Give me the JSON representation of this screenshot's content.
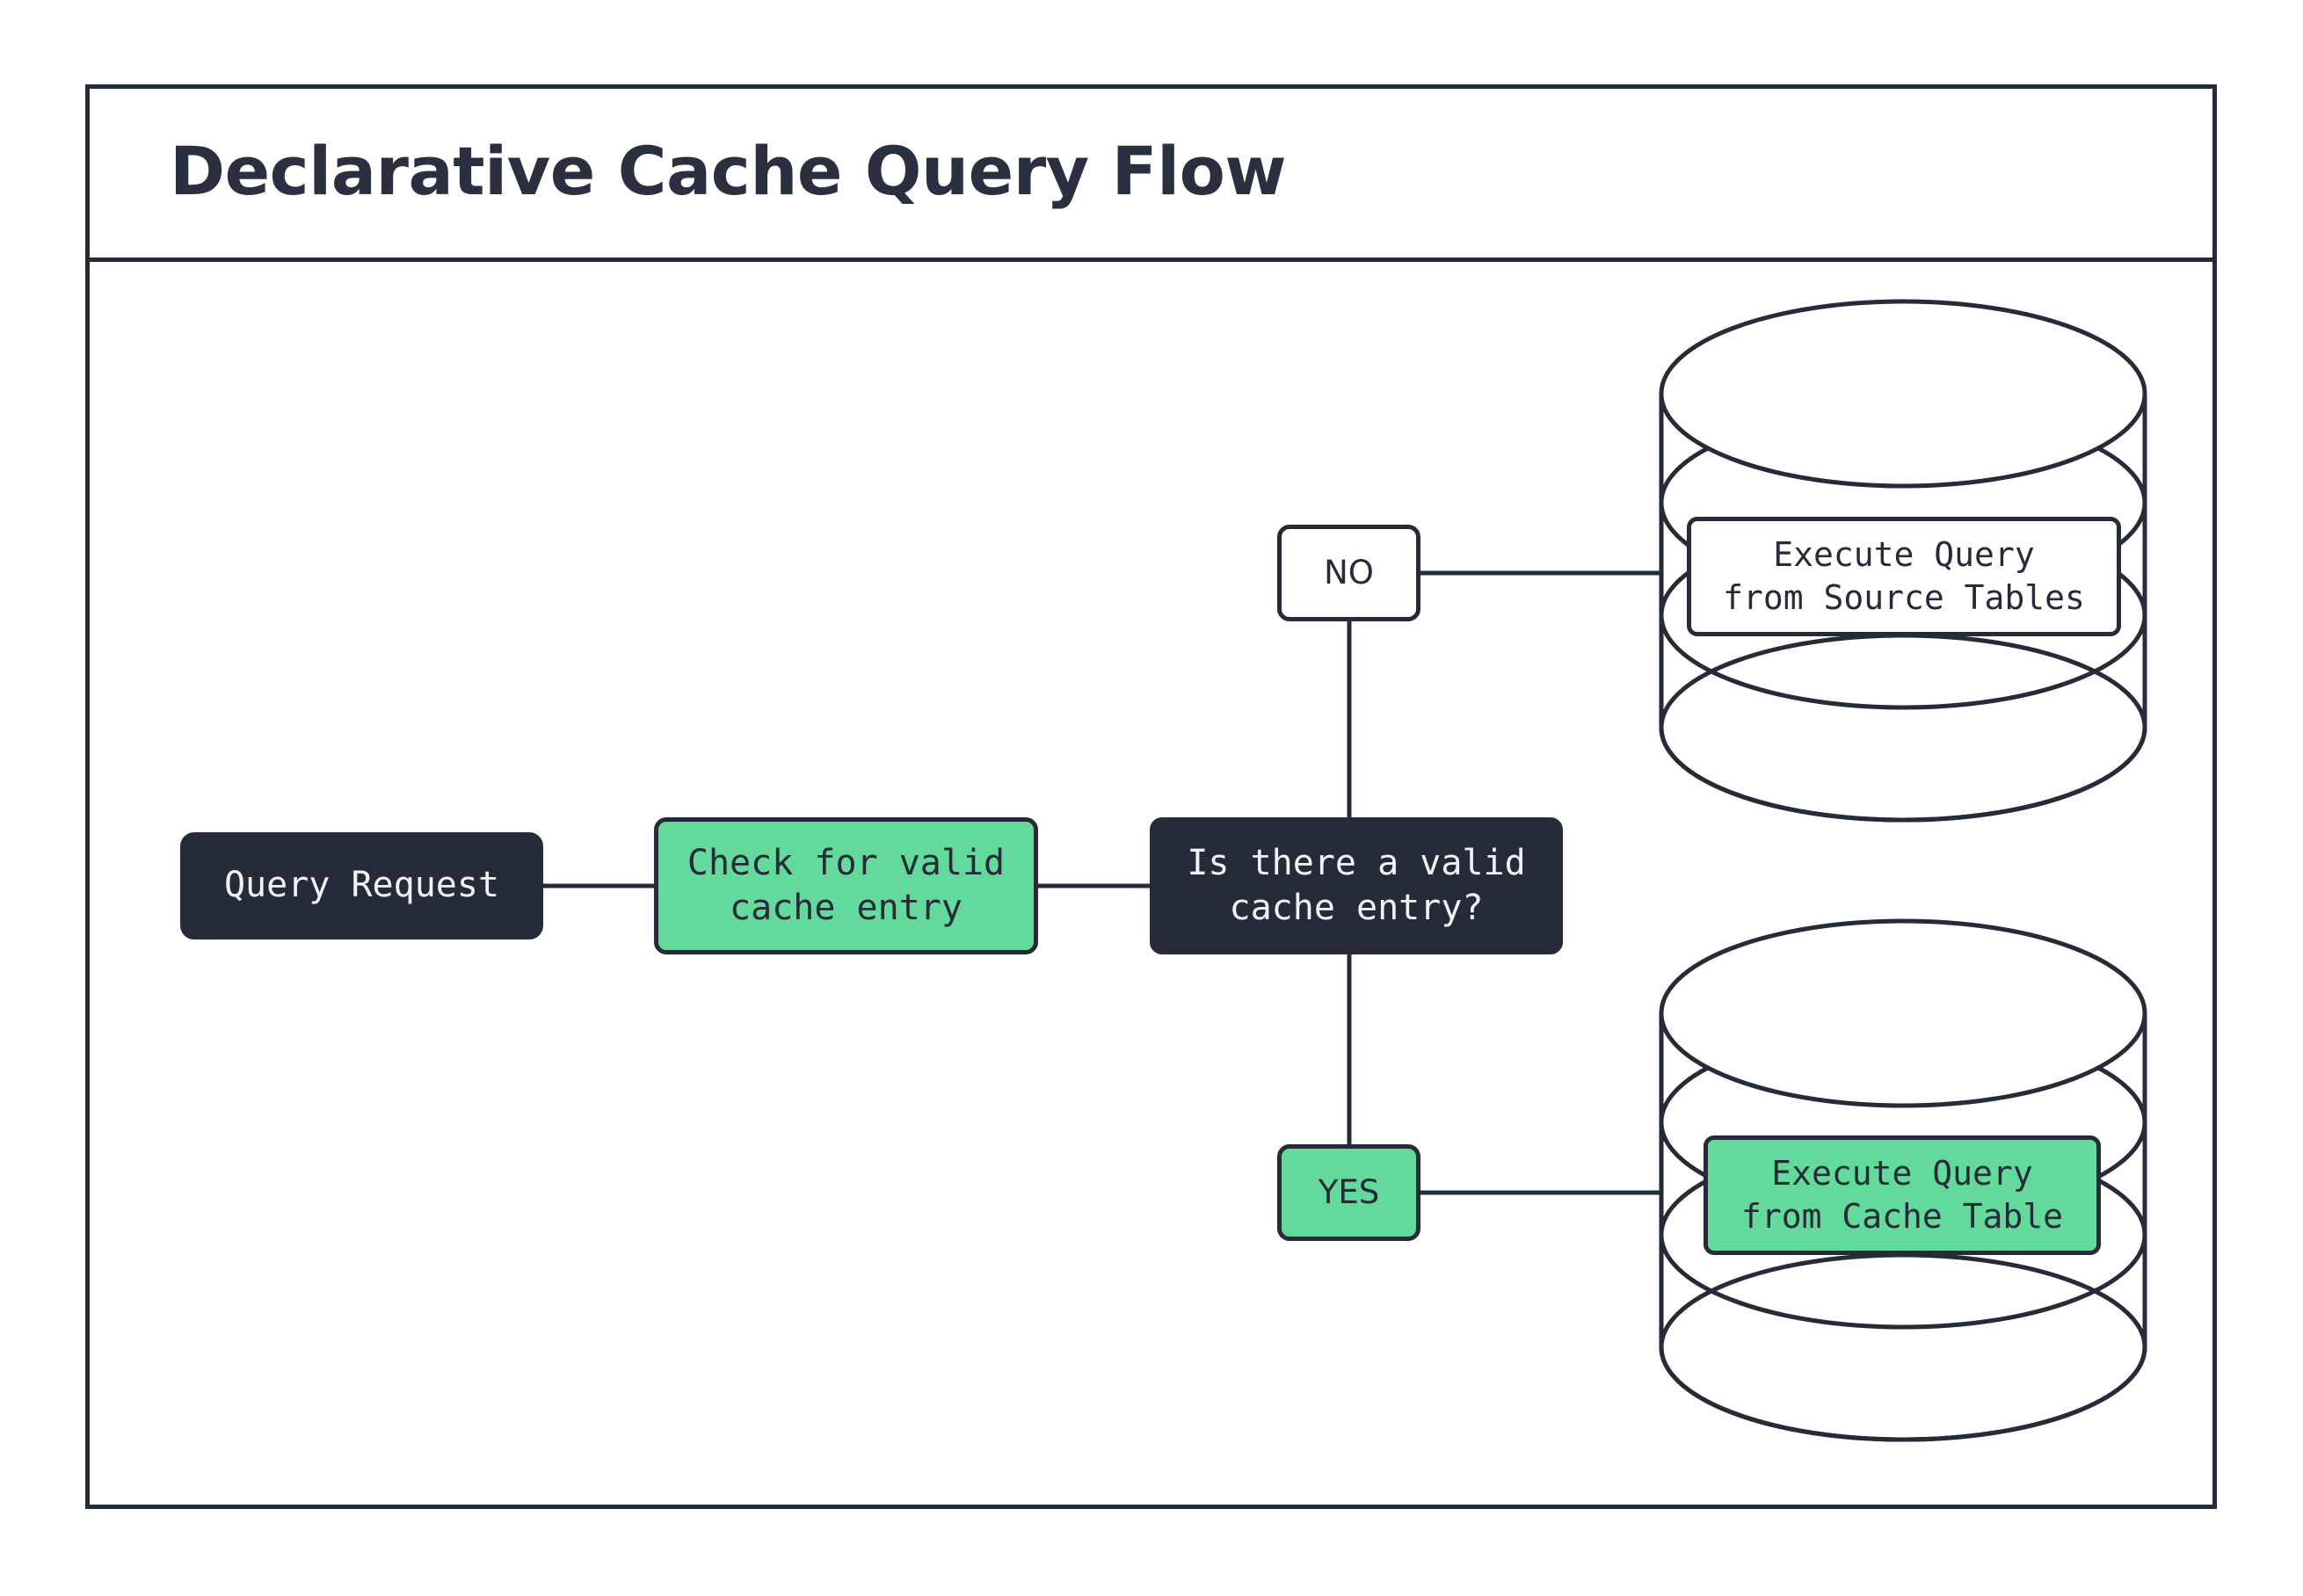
{
  "document": {
    "title": "Declarative Cache Query Flow",
    "type": "flowchart"
  },
  "theme": {
    "ink": "#262B3A",
    "accent_green": "#63DA9C",
    "surface": "#FFFFFF",
    "on_dark_text": "#F2F2F4"
  },
  "diagram": {
    "nodes": [
      {
        "id": "query-request",
        "label": "Query Request",
        "shape": "rounded-rect",
        "style": "dark"
      },
      {
        "id": "check-cache",
        "label": "Check for valid\ncache entry",
        "shape": "rounded-rect",
        "style": "green"
      },
      {
        "id": "decision",
        "label": "Is there a valid\ncache entry?",
        "shape": "rounded-rect",
        "style": "dark"
      },
      {
        "id": "branch-no",
        "label": "NO",
        "shape": "rounded-rect",
        "style": "white"
      },
      {
        "id": "branch-yes",
        "label": "YES",
        "shape": "rounded-rect",
        "style": "green"
      },
      {
        "id": "exec-source",
        "label": "Execute Query\nfrom Source Tables",
        "shape": "rounded-rect-in-cylinder",
        "style": "white"
      },
      {
        "id": "exec-cache",
        "label": "Execute Query\nfrom Cache Table",
        "shape": "rounded-rect-in-cylinder",
        "style": "green"
      }
    ],
    "cylinders": [
      {
        "id": "source-database",
        "name": "source-tables-database"
      },
      {
        "id": "cache-database",
        "name": "cache-table-database"
      }
    ],
    "edges": [
      {
        "from": "query-request",
        "to": "check-cache"
      },
      {
        "from": "check-cache",
        "to": "decision"
      },
      {
        "from": "decision",
        "to": "branch-no"
      },
      {
        "from": "decision",
        "to": "branch-yes"
      },
      {
        "from": "branch-no",
        "to": "exec-source"
      },
      {
        "from": "branch-yes",
        "to": "exec-cache"
      }
    ]
  }
}
